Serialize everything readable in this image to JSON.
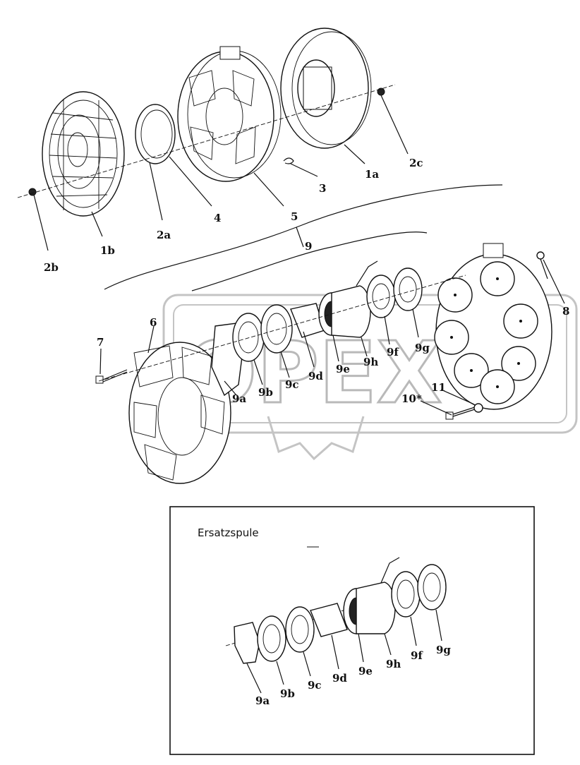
{
  "callouts": [
    {
      "id": "1a",
      "label": "1a"
    },
    {
      "id": "1b",
      "label": "1b"
    },
    {
      "id": "2a",
      "label": "2a"
    },
    {
      "id": "2b",
      "label": "2b"
    },
    {
      "id": "2c",
      "label": "2c"
    },
    {
      "id": "3",
      "label": "3"
    },
    {
      "id": "4",
      "label": "4"
    },
    {
      "id": "5",
      "label": "5"
    },
    {
      "id": "6",
      "label": "6"
    },
    {
      "id": "7",
      "label": "7"
    },
    {
      "id": "8",
      "label": "8"
    },
    {
      "id": "9",
      "label": "9"
    },
    {
      "id": "9a",
      "label": "9a"
    },
    {
      "id": "9b",
      "label": "9b"
    },
    {
      "id": "9c",
      "label": "9c"
    },
    {
      "id": "9d",
      "label": "9d"
    },
    {
      "id": "9e",
      "label": "9e"
    },
    {
      "id": "9h",
      "label": "9h"
    },
    {
      "id": "9f",
      "label": "9f"
    },
    {
      "id": "9g",
      "label": "9g"
    },
    {
      "id": "10",
      "label": "10*"
    },
    {
      "id": "11",
      "label": "11"
    }
  ],
  "inset": {
    "title": "Ersatzspule",
    "callouts": [
      {
        "id": "9a",
        "label": "9a"
      },
      {
        "id": "9b",
        "label": "9b"
      },
      {
        "id": "9c",
        "label": "9c"
      },
      {
        "id": "9d",
        "label": "9d"
      },
      {
        "id": "9e",
        "label": "9e"
      },
      {
        "id": "9h",
        "label": "9h"
      },
      {
        "id": "9f",
        "label": "9f"
      },
      {
        "id": "9g",
        "label": "9g"
      }
    ]
  },
  "watermark": {
    "text": "OPEX",
    "color": "#b9b9b9"
  }
}
